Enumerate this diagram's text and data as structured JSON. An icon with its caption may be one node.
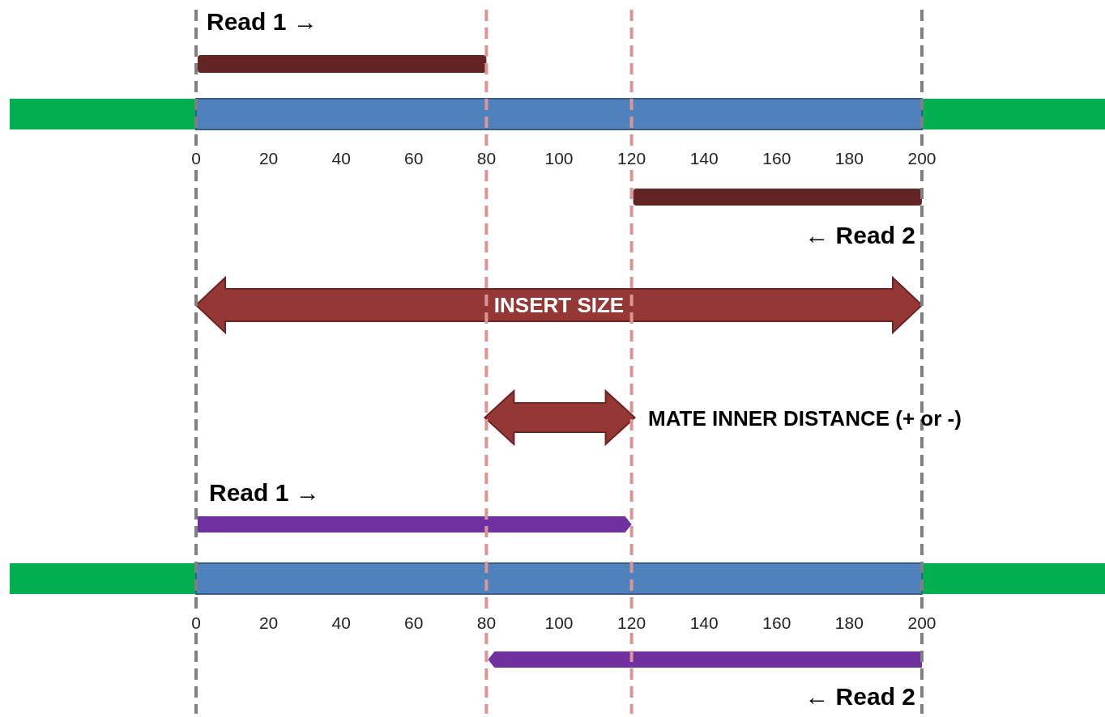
{
  "diagram": {
    "labels": [
      "Read 1 →",
      "0",
      "20",
      "40",
      "60",
      "80",
      "100",
      "120",
      "140",
      "160",
      "180",
      "200",
      "← Read 2",
      "INSERT SIZE",
      "MATE INNER DISTANCE (+ or -)",
      "Read 1 →",
      "0",
      "20",
      "40",
      "60",
      "80",
      "100",
      "120",
      "140",
      "160",
      "180",
      "200",
      "← Read 2"
    ]
  }
}
